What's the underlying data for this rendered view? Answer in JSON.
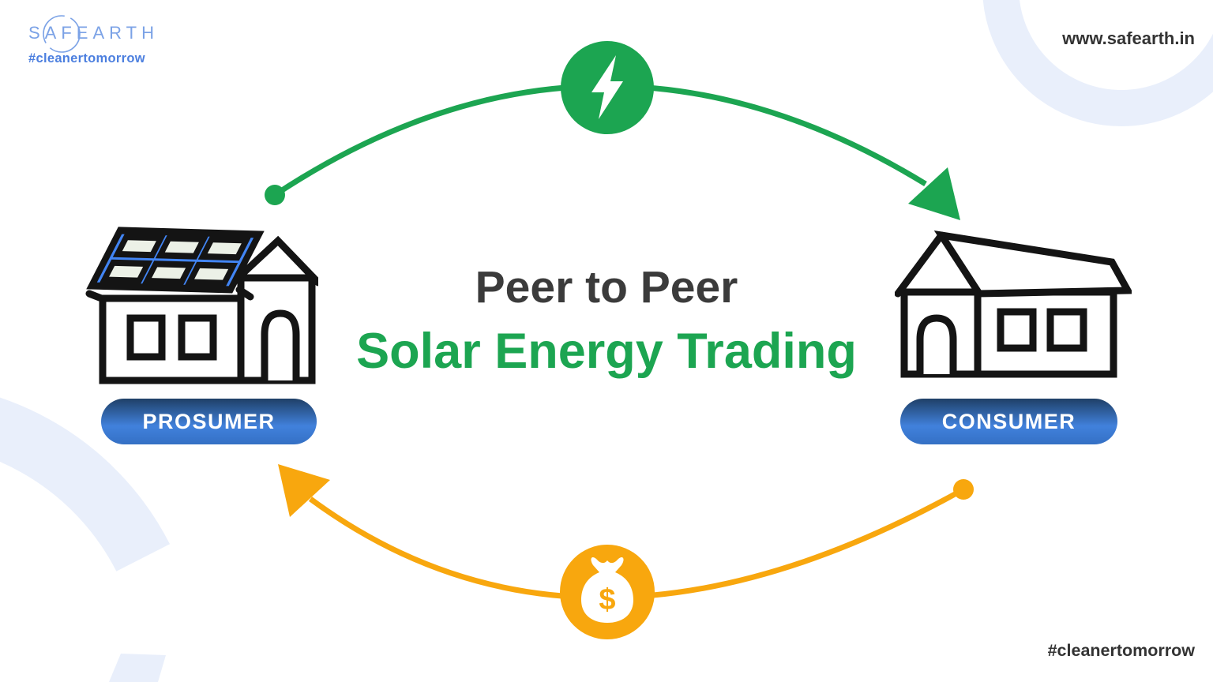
{
  "header": {
    "logo": {
      "brand": "SAFEARTH",
      "tagline": "#cleanertomorrow"
    },
    "website": "www.safearth.in"
  },
  "title": {
    "line1": "Peer to Peer",
    "line2": "Solar Energy Trading"
  },
  "diagram": {
    "prosumer": {
      "label": "PROSUMER",
      "icon": "house-with-solar-panel"
    },
    "consumer": {
      "label": "CONSUMER",
      "icon": "house"
    },
    "energy_flow": {
      "icon": "lightning-bolt",
      "from": "PROSUMER",
      "to": "CONSUMER",
      "color": "#1CA551"
    },
    "payment_flow": {
      "icon": "money-bag",
      "currency_symbol": "$",
      "from": "CONSUMER",
      "to": "PROSUMER",
      "color": "#F8A70E"
    }
  },
  "footer": {
    "hashtag": "#cleanertomorrow"
  },
  "colors": {
    "green": "#1CA551",
    "yellow": "#F8A70E",
    "solar_panel_blue": "#4285F4",
    "pill_blue_top": "#1F4067",
    "pill_blue_bottom": "#3470C4",
    "logo_blue": "#7BA2E6",
    "tagline_blue": "#4C7FDF",
    "text_dark": "#3B3B3B",
    "decor_blue": "#E9EFFB"
  }
}
